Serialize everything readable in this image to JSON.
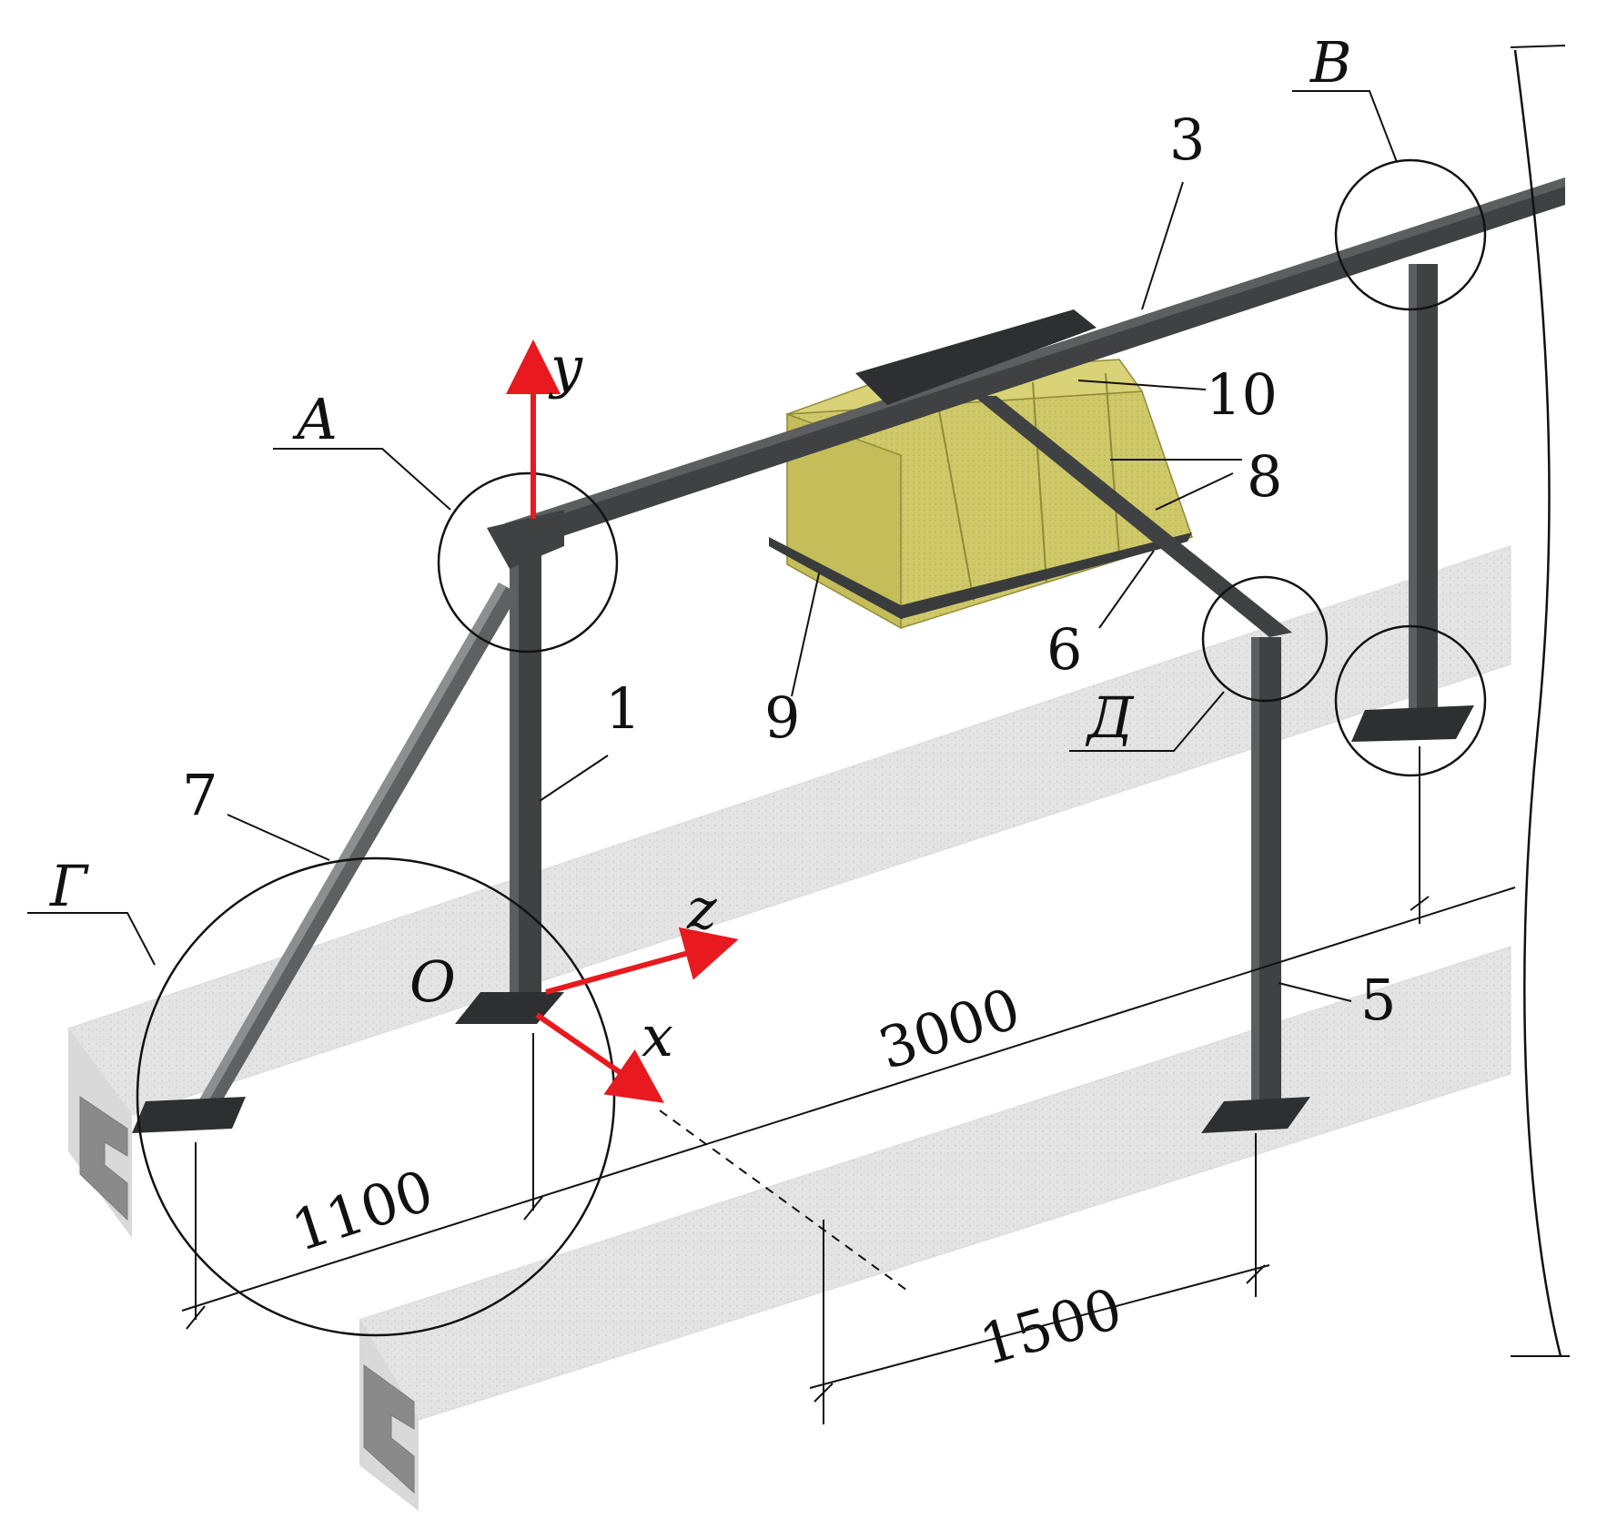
{
  "part_labels": {
    "p1": "1",
    "p3": "3",
    "p5": "5",
    "p6": "6",
    "p7": "7",
    "p8": "8",
    "p9": "9",
    "p10": "10"
  },
  "detail_labels": {
    "A": "А",
    "B": "В",
    "G": "Г",
    "D": "Д"
  },
  "axes": {
    "origin": "O",
    "x": "x",
    "y": "y",
    "z": "z",
    "color": "#e8191f"
  },
  "dimensions": {
    "d1100": "1100",
    "d3000": "3000",
    "d1500": "1500"
  },
  "colors": {
    "steel": "#3f4142",
    "steel_dark": "#2a2b2c",
    "block": "#cfc868",
    "block_shade": "#b7b04f",
    "concrete": "#e3e3e3",
    "concrete_dark": "#cfcfcf"
  }
}
